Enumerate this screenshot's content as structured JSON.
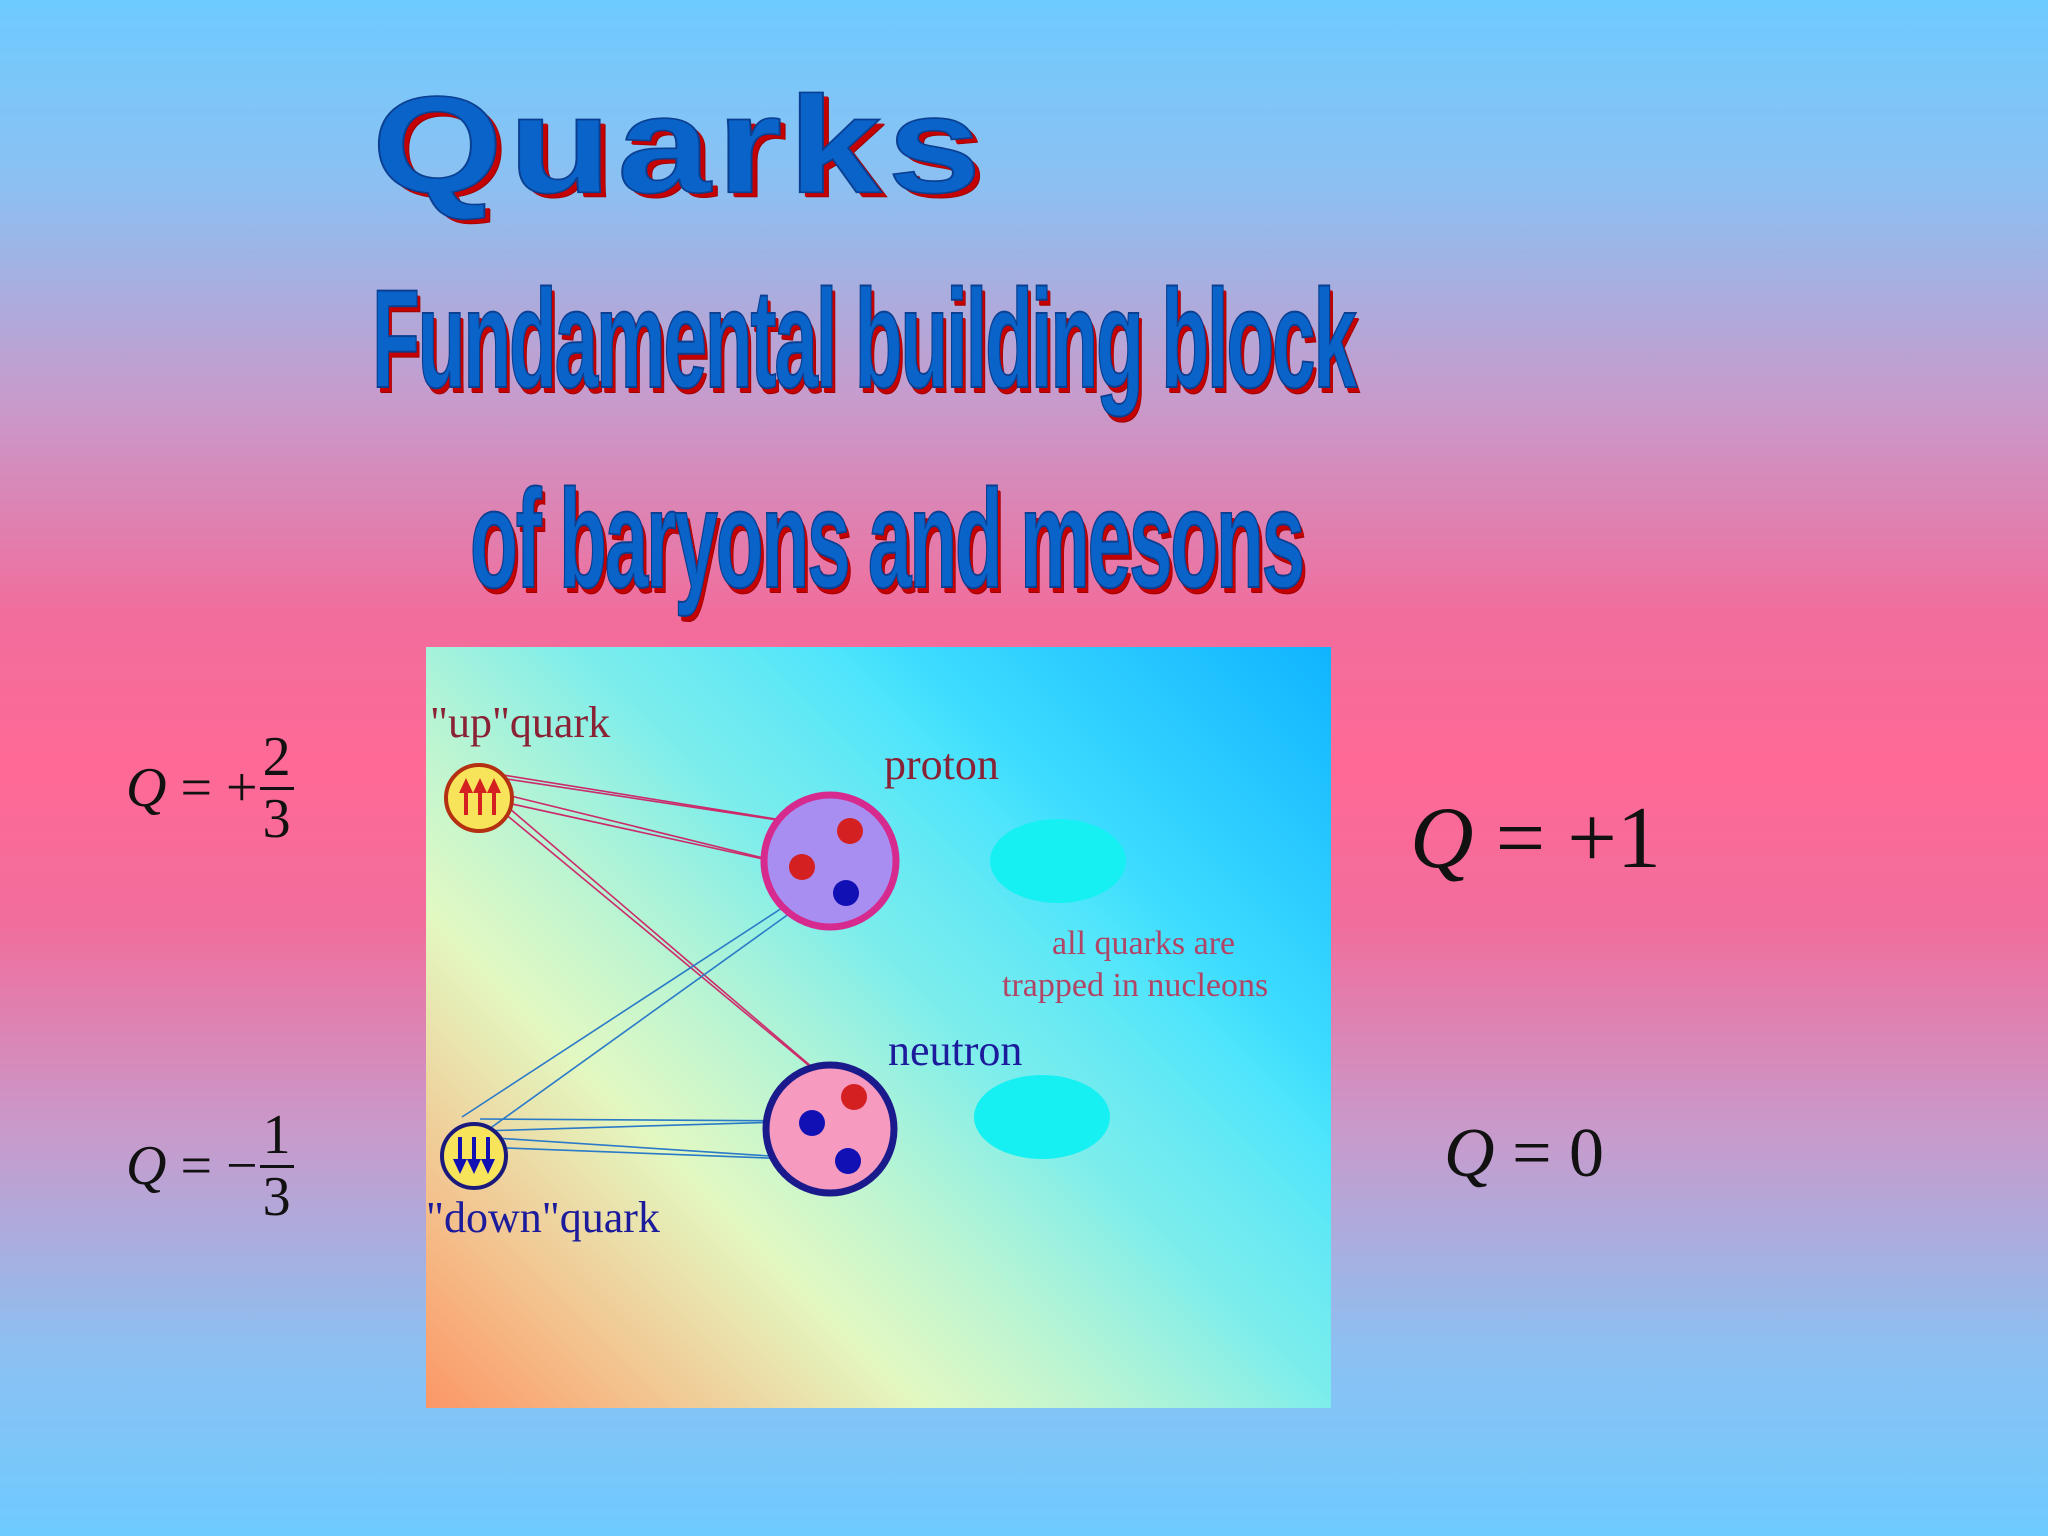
{
  "title": "Quarks",
  "subtitle": {
    "line1": "Fundamental building block",
    "line2": "of baryons and mesons"
  },
  "diagram": {
    "up_quark_label": "\"up\"quark",
    "down_quark_label": "\"down\"quark",
    "proton_label": "proton",
    "neutron_label": "neutron",
    "trapped_line1": "all quarks are",
    "trapped_line2": "trapped in nucleons"
  },
  "equations": {
    "up": {
      "q": "Q",
      "rel": " = +",
      "num": "2",
      "den": "3"
    },
    "down": {
      "q": "Q",
      "rel": " = −",
      "num": "1",
      "den": "3"
    },
    "proton": {
      "q": "Q",
      "rel": " = +1"
    },
    "neutron": {
      "q": "Q",
      "rel": " = 0"
    }
  },
  "colors": {
    "up_quark": "#d42020",
    "down_quark": "#1010b4",
    "proton_ring": "#d62a8e",
    "neutron_ring": "#1a1a8c"
  }
}
